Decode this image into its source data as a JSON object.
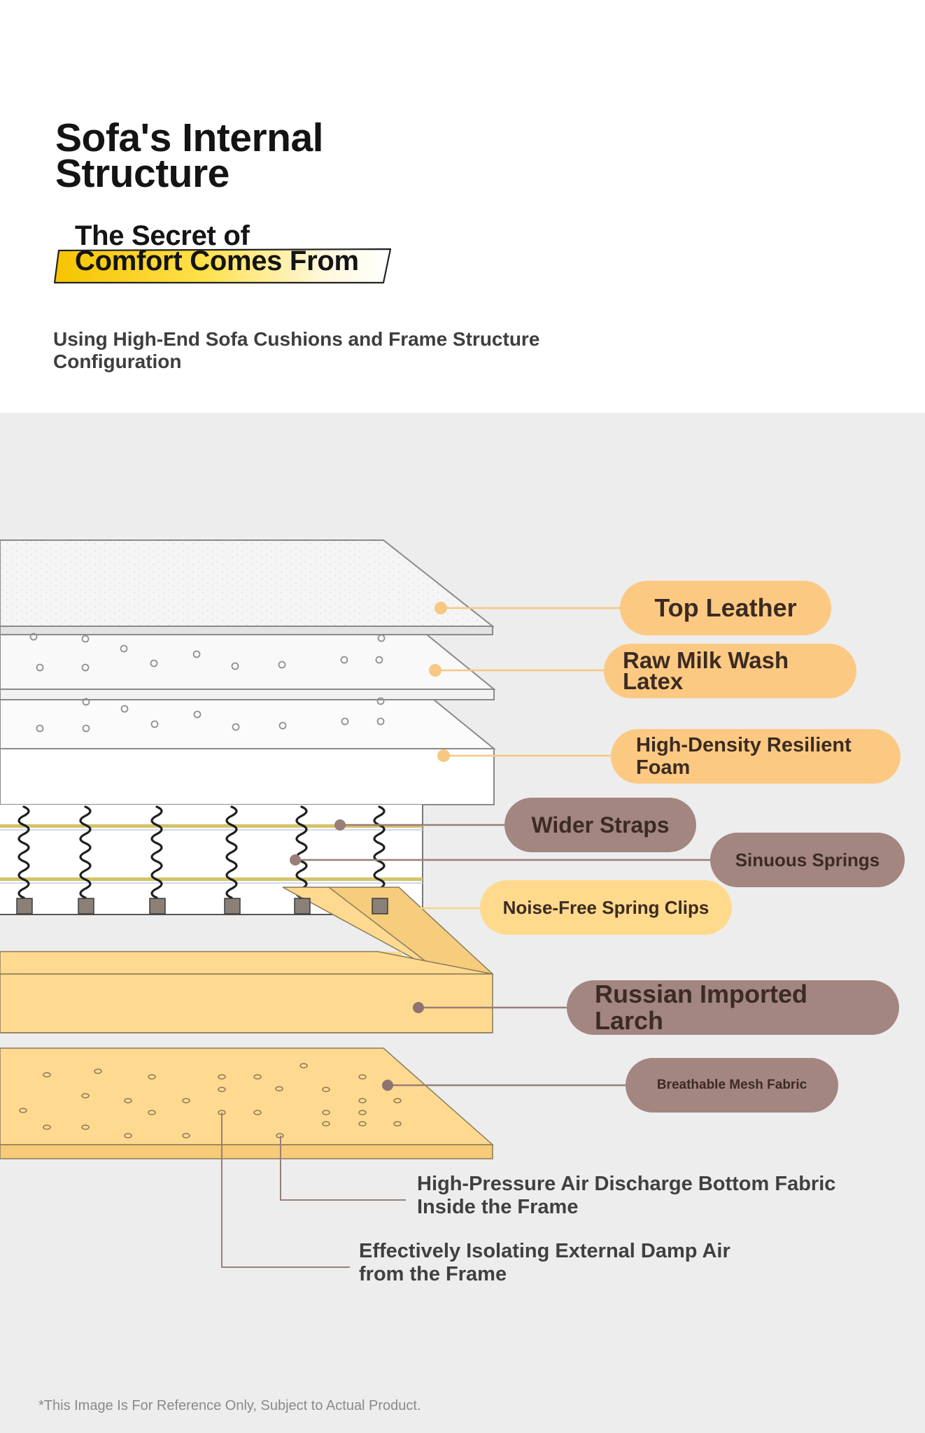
{
  "header": {
    "title_line1": "Sofa's Internal",
    "title_line2": "Structure",
    "subtitle_line1": "The Secret of",
    "subtitle_line2": "Comfort Comes From",
    "intro_line1": "Using High-End Sofa Cushions and Frame Structure",
    "intro_line2": "Configuration"
  },
  "layers": {
    "top_leather": "Top Leather",
    "latex_line1": "Raw Milk Wash",
    "latex_line2": "Latex",
    "foam_line1": "High-Density Resilient",
    "foam_line2": "Foam",
    "straps": "Wider Straps",
    "springs": "Sinuous Springs",
    "clips": "Noise-Free Spring Clips",
    "larch_line1": "Russian Imported",
    "larch_line2": "Larch",
    "mesh": "Breathable Mesh Fabric"
  },
  "notes": {
    "air_line1": "High-Pressure Air Discharge Bottom Fabric",
    "air_line2": "Inside the Frame",
    "damp_line1": "Effectively Isolating External Damp Air",
    "damp_line2": "from the Frame"
  },
  "footer": {
    "disclaimer": "*This Image Is For Reference Only, Subject to Actual Product."
  },
  "colors": {
    "light_label": "#fcc983",
    "pale_label": "#ffda8c",
    "dark_label": "#a38680",
    "wood": "#ffd98f",
    "panel": "#ededed"
  }
}
